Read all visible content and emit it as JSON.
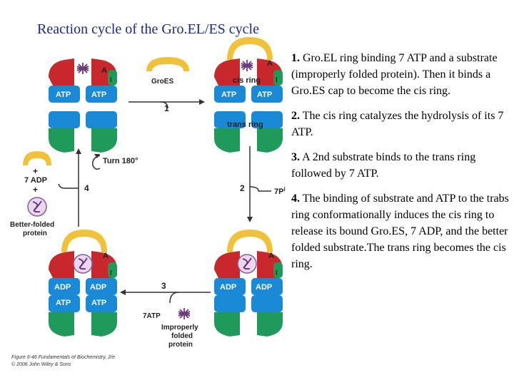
{
  "title": "Reaction cycle of the Gro.EL/ES cycle",
  "steps": [
    {
      "num": "1.",
      "text": " Gro.EL ring binding 7 ATP and a substrate (improperly folded protein). Then it binds a Gro.ES cap to become the cis ring."
    },
    {
      "num": "2.",
      "text": " The cis ring catalyzes the hydrolysis of its 7 ATP."
    },
    {
      "num": "3.",
      "text": " A 2nd substrate binds to the trans ring followed by 7 ATP."
    },
    {
      "num": "4.",
      "text": " The binding of substrate and ATP to the trabs ring conformationally induces the cis ring to release its bound Gro.ES, 7 ADP, and the better folded substrate.The trans ring becomes the cis ring."
    }
  ],
  "diagram": {
    "groes": "GroES",
    "cis_ring": "cis ring",
    "trans_ring": "trans ring",
    "atp": "ATP",
    "adp": "ADP",
    "a": "A",
    "i": "I",
    "turn": "Turn 180°",
    "plus": "+",
    "seven_adp": "7 ADP",
    "better_folded_1": "Better-folded",
    "better_folded_2": "protein",
    "seven_pi": "7P",
    "pi_sub": "i",
    "seven_atp": "7ATP",
    "improper_1": "Improperly",
    "improper_2": "folded",
    "improper_3": "protein",
    "n1": "1",
    "n2": "2",
    "n3": "3",
    "n4": "4"
  },
  "caption": {
    "line1": "Figure 6-46 Fundamentals of Biochemistry, 2/e",
    "line2": "© 2006 John Wiley & Sons"
  },
  "colors": {
    "red": "#c8282c",
    "green": "#1f9a5a",
    "blue": "#1b8ad6",
    "yellow": "#f0c23c",
    "protein": "#7a3a8a"
  }
}
